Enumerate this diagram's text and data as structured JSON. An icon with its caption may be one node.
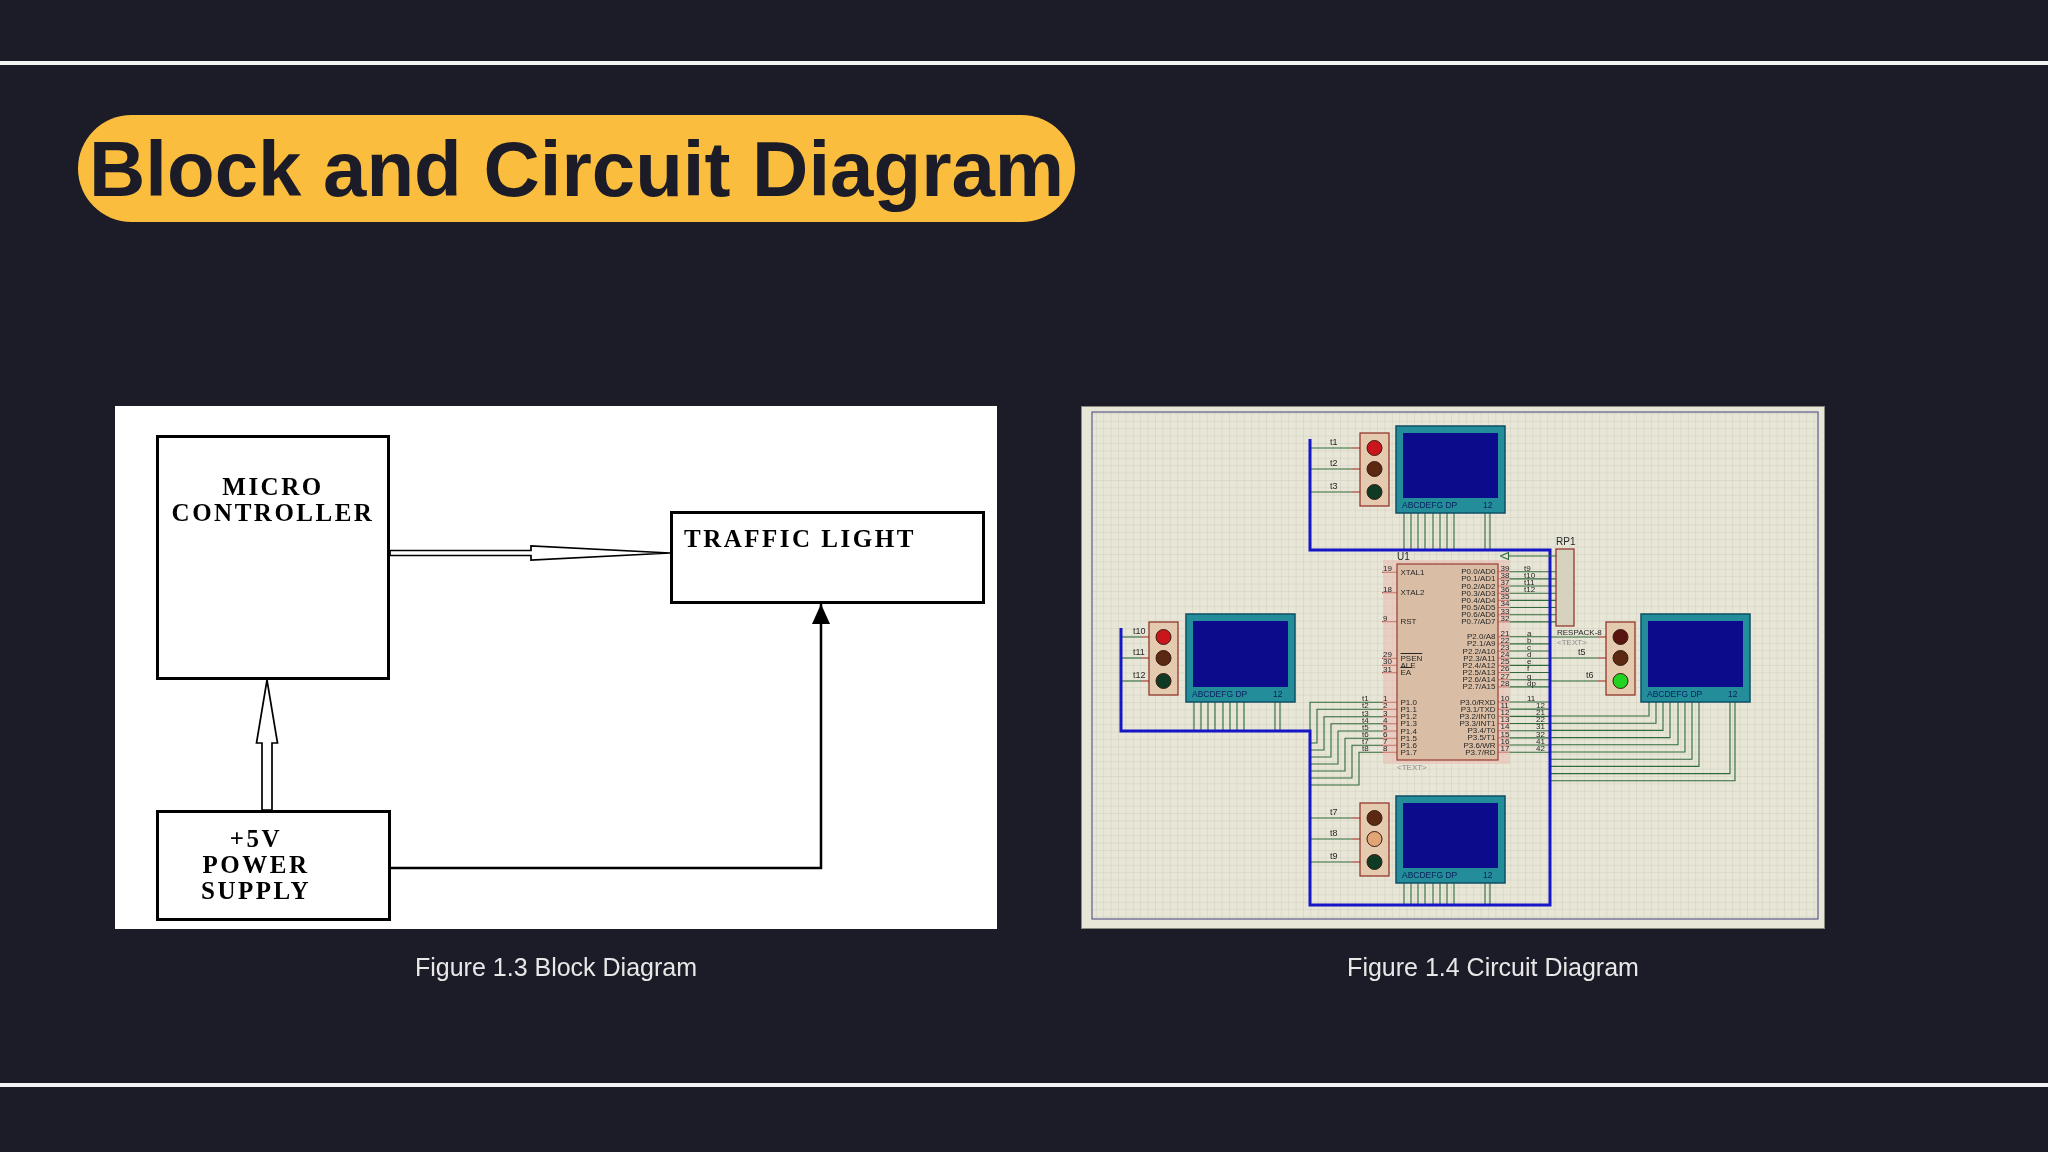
{
  "diagram": {
    "title": "Block and Circuit Diagram",
    "nodes": [
      {
        "text": [
          "MICRO CONTROLLER"
        ]
      },
      {
        "text": [
          "TRAFFIC LIGHT"
        ]
      },
      {
        "text": [
          "+5V POWER SUPPLY"
        ]
      }
    ],
    "edges": [
      {
        "from": 0,
        "to": 1,
        "arrow": "to",
        "style": "thick"
      },
      {
        "from": 2,
        "to": 0,
        "arrow": "to",
        "style": "thick"
      },
      {
        "from": 2,
        "to": 1,
        "arrow": "to"
      }
    ],
    "labels": [
      "t1",
      "t2",
      "t3",
      "ABCDEFG DP",
      "12",
      "RP1",
      "U1",
      "t10",
      "t11",
      "t12",
      "ABCDEFG DP",
      "12",
      "19",
      "XTAL1",
      "18",
      "XTAL2",
      "9",
      "RST",
      "29",
      "PSEN",
      "30",
      "ALE",
      "31",
      "EA",
      "1",
      "P1.0",
      "2",
      "P1.1",
      "3",
      "P1.2",
      "4",
      "P1.3",
      "5",
      "P1.4",
      "6",
      "P1.5",
      "7",
      "P1.6",
      "8",
      "P1.7",
      "t1",
      "t2",
      "t3",
      "t4",
      "t5",
      "t6",
      "t7",
      "t8",
      "P0.0/AD0",
      "39",
      "P0.1/AD1",
      "38",
      "P0.2/AD2",
      "37",
      "P0.3/AD3",
      "36",
      "P0.4/AD4",
      "35",
      "P0.5/AD5",
      "34",
      "P0.6/AD6",
      "33",
      "P0.7/AD7",
      "32",
      "P2.0/A8",
      "21",
      "P2.1/A9",
      "22",
      "P2.2/A10",
      "23",
      "P2.3/A11",
      "24",
      "P2.4/A12",
      "25",
      "P2.5/A13",
      "26",
      "P2.6/A14",
      "27",
      "P2.7/A15",
      "28",
      "P3.0/RXD",
      "10",
      "P3.1/TXD",
      "11",
      "P3.2/INT0",
      "12",
      "P3.3/INT1",
      "13",
      "P3.4/T0",
      "14",
      "P3.5/T1",
      "15",
      "P3.6/WR",
      "16",
      "P3.7/RD",
      "17",
      "t9",
      "t10",
      "t11",
      "t12",
      "a",
      "b",
      "c",
      "d",
      "e",
      "f",
      "g",
      "dp",
      "11",
      "12",
      "21",
      "22",
      "31",
      "32",
      "41",
      "42",
      "RESPACK-8",
      "<TEXT>",
      "t5",
      "t6",
      "ABCDEFG DP",
      "12",
      "<TEXT>",
      "t7",
      "t8",
      "t9",
      "ABCDEFG DP",
      "12",
      "Figure 1.3 Block Diagram",
      "Figure 1.4 Circuit Diagram"
    ]
  }
}
